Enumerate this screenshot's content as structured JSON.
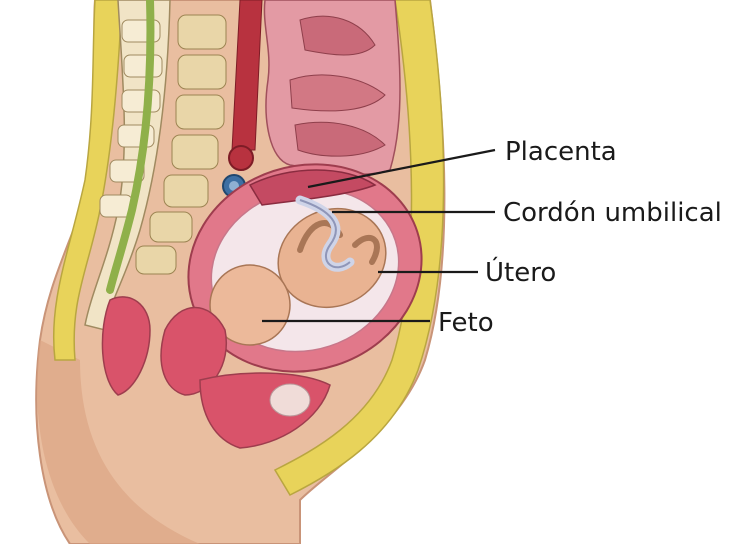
{
  "diagram": {
    "labels": {
      "placenta": "Placenta",
      "cordon": "Cordón umbilical",
      "utero": "Útero",
      "feto": "Feto"
    },
    "colors": {
      "skin": "#e6b99a",
      "fat": "#e8d35a",
      "muscle": "#d9536a",
      "uterus_wall": "#e1788a",
      "amniotic": "#f4e6ea",
      "fetus": "#e9b392",
      "spine": "#f1e4c6",
      "leader_line": "#1a1a1a"
    }
  }
}
